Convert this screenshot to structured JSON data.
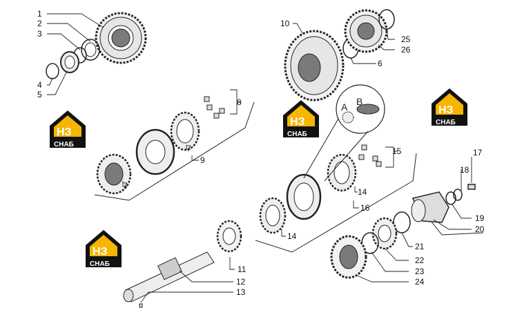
{
  "colors": {
    "line": "#222222",
    "gear_fill": "#f2f2f2",
    "gear_dark": "#7a7a7a",
    "logo_yellow": "#f5b500",
    "logo_black": "#111111",
    "logo_text": "#ffffff"
  },
  "callouts": [
    "1",
    "2",
    "3",
    "4",
    "5",
    "6",
    "7",
    "7",
    "8",
    "9",
    "10",
    "11",
    "12",
    "13",
    "14",
    "14",
    "15",
    "16",
    "17",
    "18",
    "19",
    "20",
    "21",
    "22",
    "23",
    "24",
    "25",
    "26"
  ],
  "detail_labels": {
    "a": "A",
    "b": "B"
  },
  "logo": {
    "mark": "НЗ",
    "word": "СНАБ"
  },
  "icons": [
    "gear-icon",
    "ring-icon",
    "bolt-icon",
    "shaft-icon",
    "logo-icon"
  ]
}
